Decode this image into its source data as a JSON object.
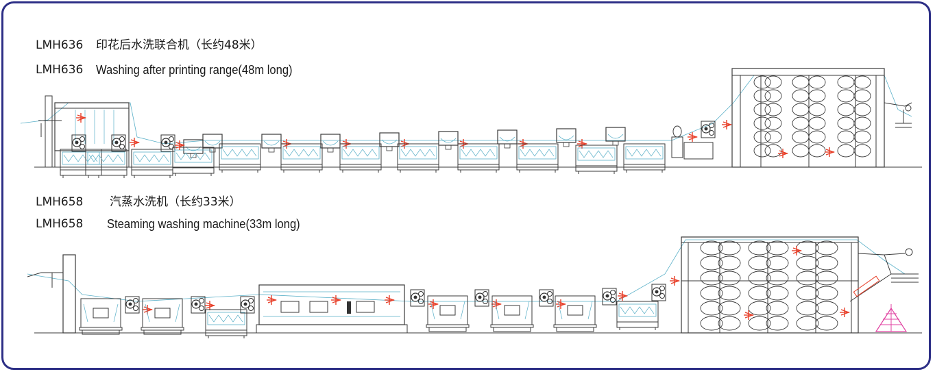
{
  "lines": [
    {
      "model": "LMH636",
      "name_cn": "印花后水洗联合机（长约48米）",
      "name_en": "Washing after printing range(48m long)"
    },
    {
      "model": "LMH658",
      "name_cn": "汽蒸水洗机（长约33米）",
      "name_en": "Steaming washing machine(33m long)"
    }
  ],
  "colors": {
    "frame": "#2d2f86",
    "line": "#3a3a3a",
    "fabric": "#5ab0c8",
    "arrow": "#e8402a",
    "magenta": "#e040a0"
  }
}
